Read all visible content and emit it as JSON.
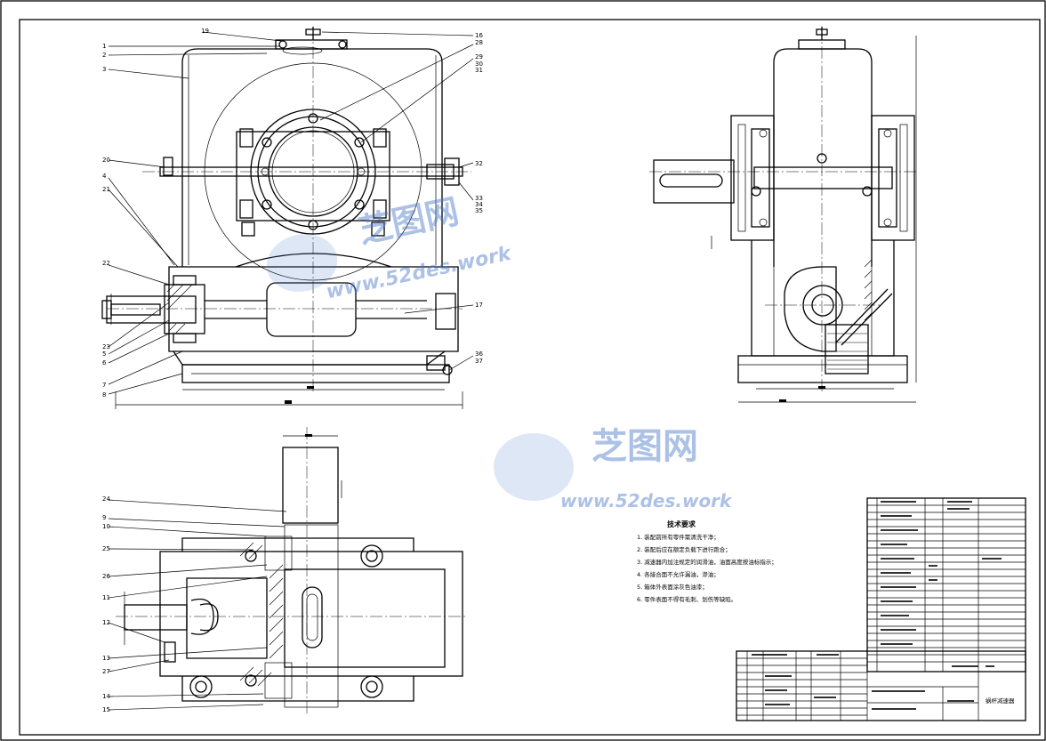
{
  "drawing": {
    "part_labels_front": [
      "1",
      "2",
      "3",
      "4",
      "5",
      "6",
      "7",
      "8",
      "16",
      "17",
      "19",
      "20",
      "21",
      "22",
      "23",
      "28",
      "29",
      "30",
      "31",
      "32",
      "33",
      "34",
      "35",
      "36",
      "37"
    ],
    "part_labels_top": [
      "9",
      "10",
      "11",
      "12",
      "13",
      "14",
      "15",
      "24",
      "25",
      "26",
      "27"
    ],
    "technical_requirements": {
      "title": "技术要求",
      "lines": [
        "1. 装配前所有零件需清洗干净；",
        "2. 装配后应在额定负载下进行跑合；",
        "3. 减速器内加注规定的润滑油，油面高度按油标指示；",
        "4. 各接合面不允许漏油，渗油；",
        "5. 箱体外表面涂灰色油漆；",
        "6. 零件表面不得有毛刺、划伤等缺陷。"
      ]
    },
    "title_block": {
      "drawing_name": "蜗杆减速器"
    }
  },
  "watermark": {
    "brand_cn": "芝图网",
    "brand_en": "www.52des.work",
    "color": "#4a78c8"
  },
  "colors": {
    "line": "#000000",
    "paper": "#ffffff"
  }
}
